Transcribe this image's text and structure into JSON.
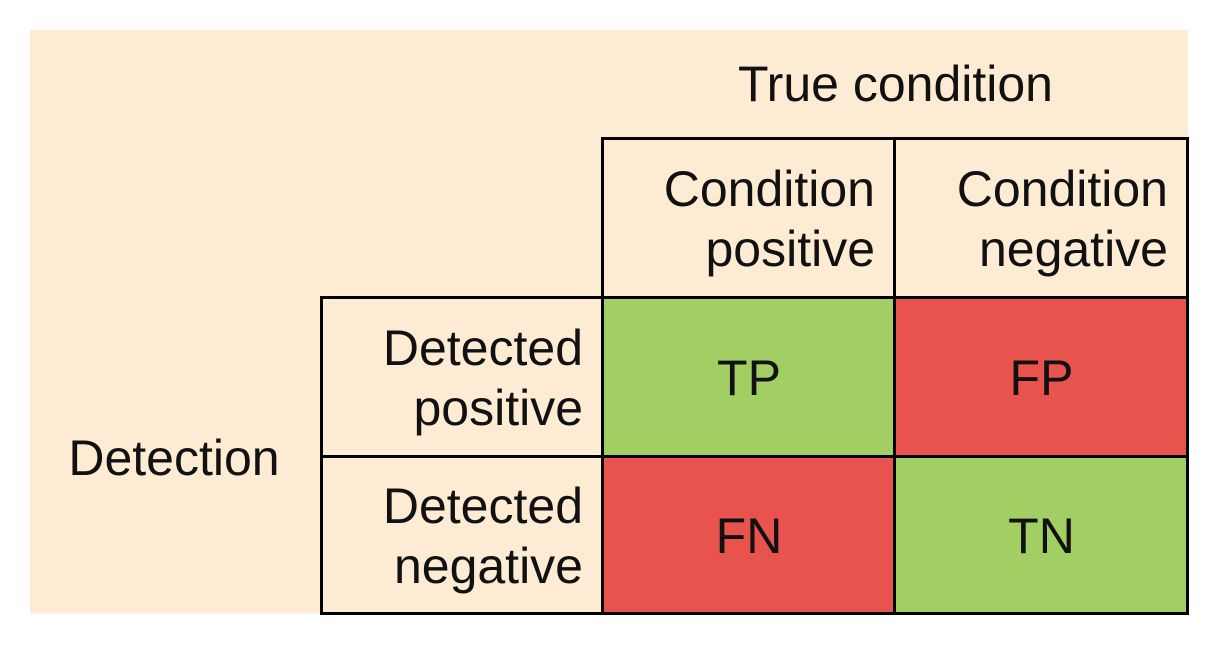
{
  "matrix": {
    "column_group_label": "True condition",
    "row_group_label": "Detection",
    "columns": [
      {
        "line1": "Condition",
        "line2": "positive"
      },
      {
        "line1": "Condition",
        "line2": "negative"
      }
    ],
    "rows": [
      {
        "line1": "Detected",
        "line2": "positive"
      },
      {
        "line1": "Detected",
        "line2": "negative"
      }
    ],
    "cells": [
      [
        "TP",
        "FP"
      ],
      [
        "FN",
        "TN"
      ]
    ]
  },
  "colors": {
    "background": "#fdebd3",
    "correct": "#a1cf64",
    "incorrect": "#e9534e"
  }
}
